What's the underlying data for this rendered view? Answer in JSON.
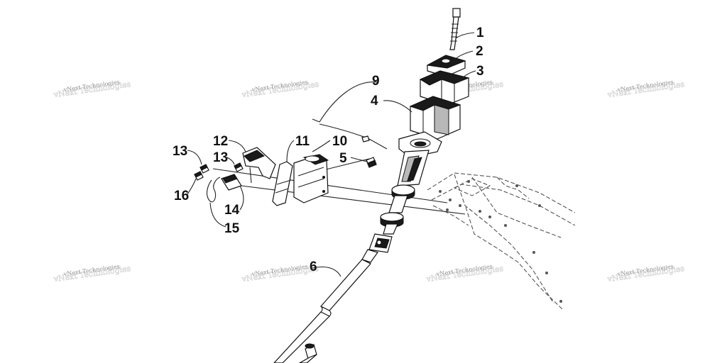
{
  "watermark": {
    "text": "vNext Technologies"
  },
  "callouts": [
    {
      "id": "1",
      "label": "1"
    },
    {
      "id": "2",
      "label": "2"
    },
    {
      "id": "3",
      "label": "3"
    },
    {
      "id": "4",
      "label": "4"
    },
    {
      "id": "5",
      "label": "5"
    },
    {
      "id": "6",
      "label": "6"
    },
    {
      "id": "9",
      "label": "9"
    },
    {
      "id": "10",
      "label": "10"
    },
    {
      "id": "11",
      "label": "11"
    },
    {
      "id": "12",
      "label": "12"
    },
    {
      "id": "13a",
      "label": "13"
    },
    {
      "id": "13b",
      "label": "13"
    },
    {
      "id": "14",
      "label": "14"
    },
    {
      "id": "15",
      "label": "15"
    },
    {
      "id": "16",
      "label": "16"
    }
  ]
}
